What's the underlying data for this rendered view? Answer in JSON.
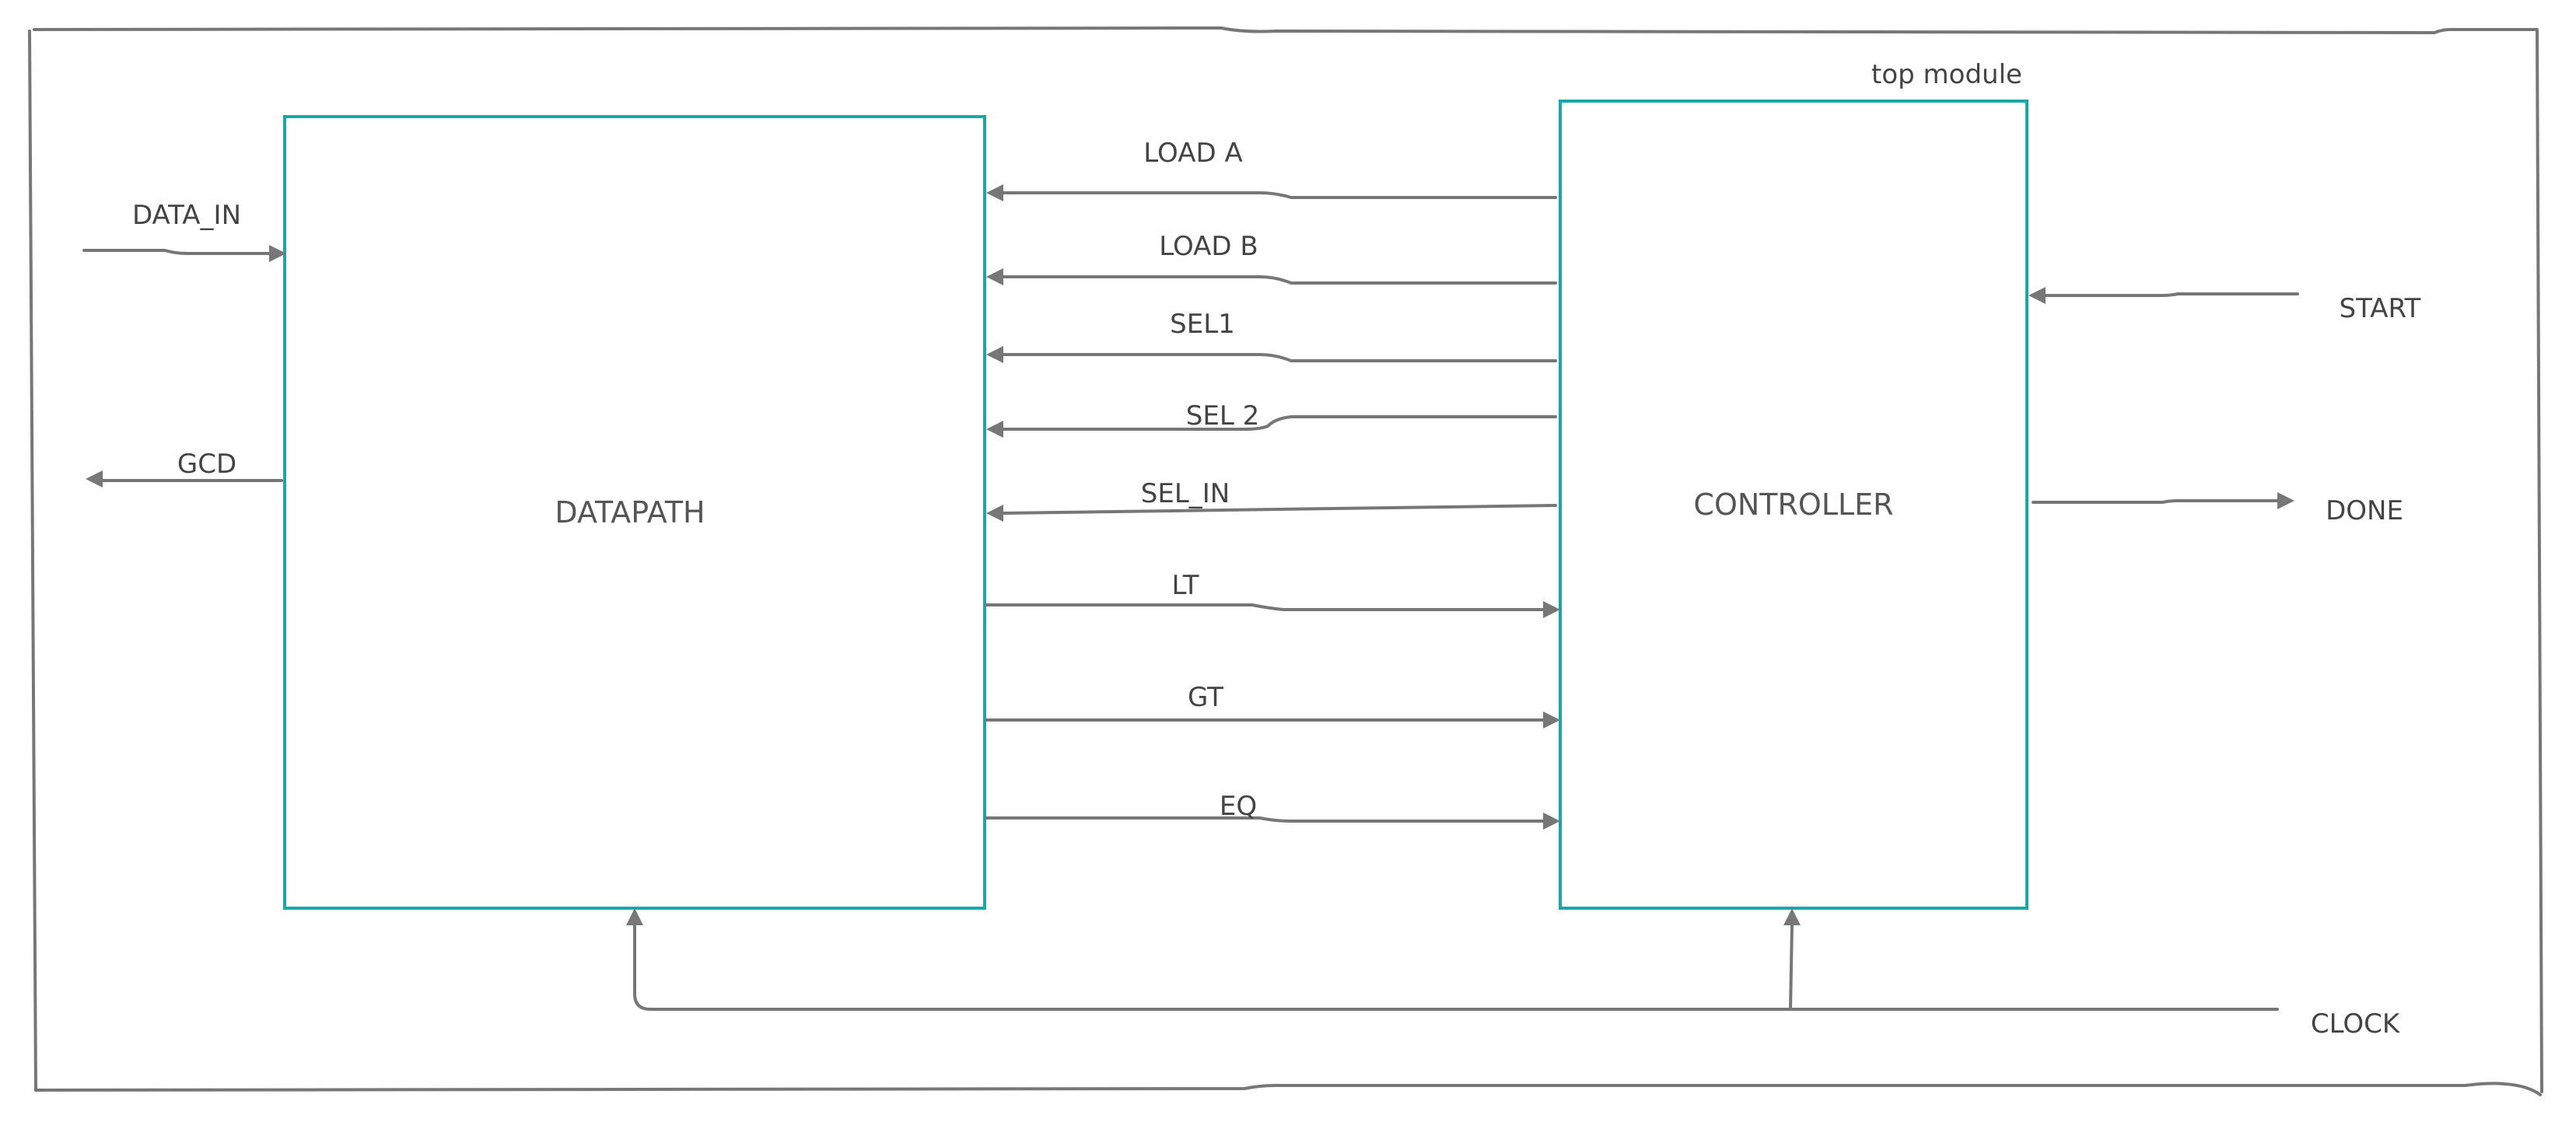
{
  "diagram": {
    "module_label": "top module",
    "blocks": {
      "datapath": "DATAPATH",
      "controller": "CONTROLLER"
    },
    "inputs": {
      "data_in": "DATA_IN",
      "start": "START",
      "clock": "CLOCK"
    },
    "outputs": {
      "gcd": "GCD",
      "done": "DONE"
    },
    "control_signals": [
      "LOAD A",
      "LOAD B",
      "SEL1",
      "SEL 2",
      "SEL_IN"
    ],
    "status_signals": [
      "LT",
      "GT",
      "EQ"
    ],
    "colors": {
      "block_border": "#18a8ab",
      "wire": "#777777",
      "text": "#444444"
    }
  }
}
